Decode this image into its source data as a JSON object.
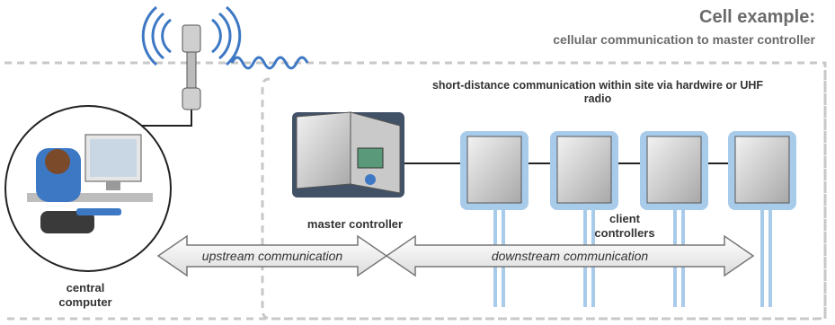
{
  "title": "Cell example:",
  "subtitle": "cellular communication to master controller",
  "site_label": "short-distance communication within site via hardwire or UHF radio",
  "labels": {
    "master_controller": "master controller",
    "client_controllers_line1": "client",
    "client_controllers_line2": "controllers",
    "central_computer_line1": "central",
    "central_computer_line2": "computer"
  },
  "arrows": {
    "upstream": "upstream communication",
    "downstream": "downstream communication"
  },
  "colors": {
    "accent_blue": "#3d78c4",
    "pipe_blue": "#a9cbea",
    "dashed_border": "#c8c8c8",
    "arrow_fill": "#f0f0f0"
  },
  "icons": {
    "tower": "cell-tower-icon",
    "signal": "radio-waves-icon",
    "computer": "computer-user-icon",
    "master": "master-controller-icon",
    "client": "client-controller-icon"
  }
}
